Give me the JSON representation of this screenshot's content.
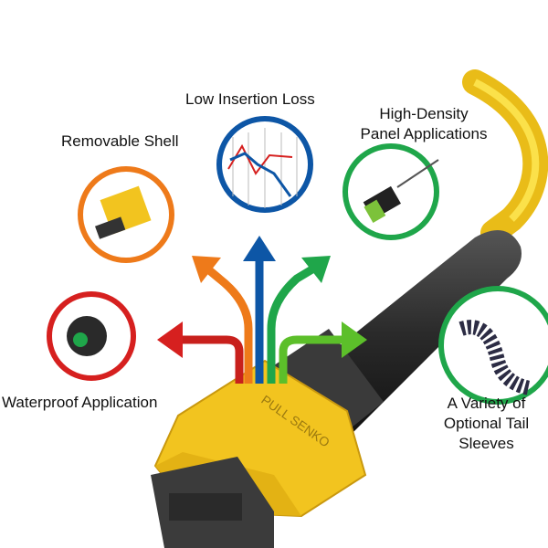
{
  "features": {
    "low_insertion_loss": "Low Insertion Loss",
    "removable_shell": "Removable Shell",
    "high_density": [
      "High-Density",
      "Panel Applications"
    ],
    "waterproof": "Waterproof Application",
    "tail_sleeves": [
      "A Variety of",
      "Optional Tail",
      "Sleeves"
    ]
  },
  "connector_marking": "PULL SENKO",
  "colors": {
    "red": "#d6201f",
    "orange": "#ee7a1a",
    "blue": "#0d56a6",
    "green": "#1fa64a",
    "light_green": "#5cbf2a",
    "cable_yellow": "#f3c81c",
    "boot_black": "#2b2b2b"
  }
}
